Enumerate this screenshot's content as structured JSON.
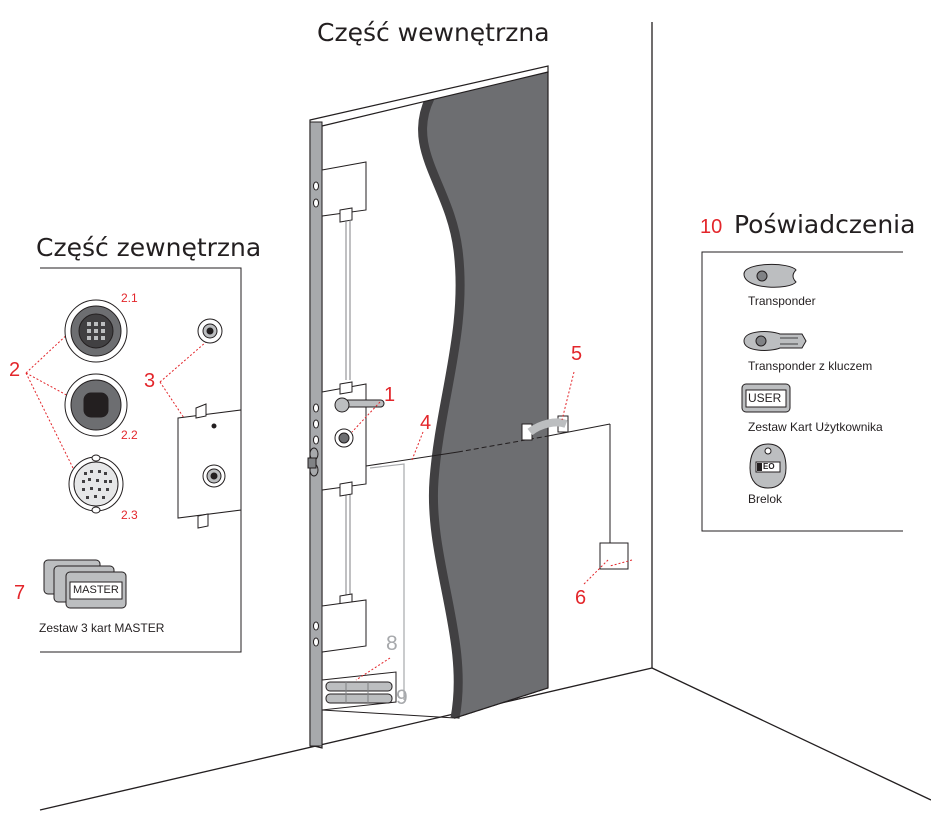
{
  "titles": {
    "interior": "Część wewnętrzna",
    "exterior": "Część zewnętrzna",
    "credentials_number": "10",
    "credentials": "Poświadczenia"
  },
  "callouts": [
    "1",
    "2",
    "3",
    "4",
    "5",
    "6",
    "7",
    "8",
    "9"
  ],
  "sub_callouts": [
    "2.1",
    "2.2",
    "2.3"
  ],
  "exterior": {
    "master_card_text": "MASTER",
    "master_set_label": "Zestaw 3 kart MASTER"
  },
  "credentials": {
    "transponder": "Transponder",
    "transponder_key": "Transponder z kluczem",
    "user_card_text": "USER",
    "user_set": "Zestaw Kart Użytkownika",
    "fob_logo": "EO",
    "fob": "Brelok"
  },
  "colors": {
    "callout_red": "#e3262b",
    "callout_grey": "#a7a9ac",
    "door_dark": "#6d6e71",
    "door_light": "#bcbec0"
  }
}
